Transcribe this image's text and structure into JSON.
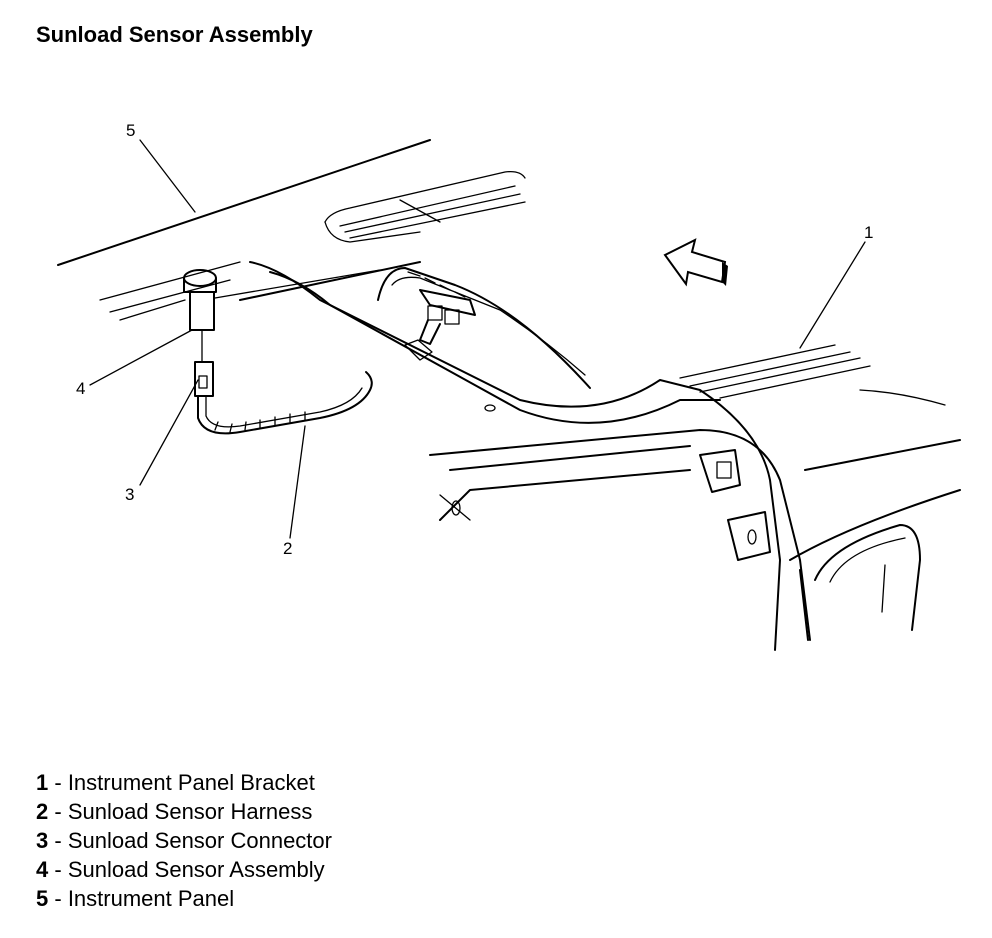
{
  "diagram": {
    "title": "Sunload Sensor Assembly",
    "callouts": [
      "1",
      "2",
      "3",
      "4",
      "5"
    ],
    "legend": [
      {
        "num": "1",
        "label": "Instrument Panel Bracket"
      },
      {
        "num": "2",
        "label": "Sunload Sensor Harness"
      },
      {
        "num": "3",
        "label": "Sunload Sensor Connector"
      },
      {
        "num": "4",
        "label": "Sunload Sensor Assembly"
      },
      {
        "num": "5",
        "label": "Instrument Panel"
      }
    ],
    "legend_separator": " - "
  }
}
